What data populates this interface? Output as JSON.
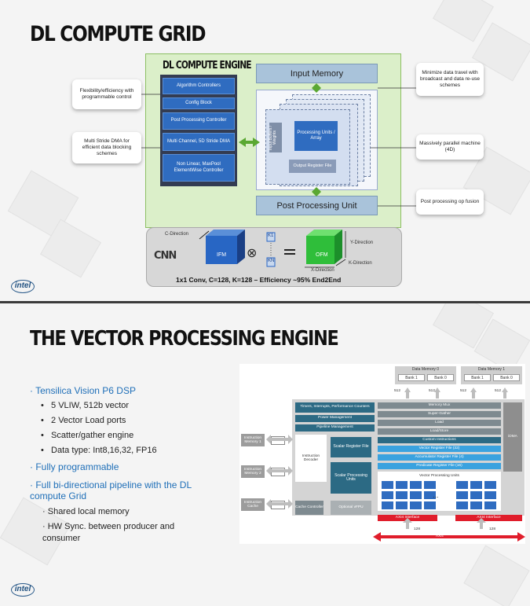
{
  "slide1": {
    "title": "DL COMPUTE GRID",
    "engine_title": "DL COMPUTE ENGINE",
    "controllers": [
      "Algorithm Controllers",
      "Config Block",
      "Post Processing Controller",
      "Multi Channel, 5D Stride DMA",
      "Non Linear, MaxPool ElementWise Controller"
    ],
    "input_memory": "Input Memory",
    "post_processing_unit": "Post Processing Unit",
    "weights_label": "Input Buffers / Weights",
    "processing_units": "Processing Units / Array",
    "output_register": "Output Register File",
    "callouts_left": [
      "Flexibility/efficiency with programmable control",
      "Multi Stride DMA for efficient data blocking schemes"
    ],
    "callouts_right": [
      "Minimize data travel with broadcast and data re-use schemes",
      "Massively parallel machine (4D)",
      "Post processing op fusion"
    ],
    "cnn": {
      "label": "CNN",
      "c_direction": "C-Direction",
      "ifm": "IFM",
      "k1": "K1",
      "kn": "KN",
      "ofm": "OFM",
      "y_direction": "Y-Direction",
      "k_direction": "K-Direction",
      "x_direction": "X-Direction",
      "caption": "1x1 Conv, C=128, K=128 – Efficiency ~95% End2End"
    },
    "logo": "intel"
  },
  "slide2": {
    "title": "THE VECTOR PROCESSING ENGINE",
    "bullets": [
      {
        "text": "Tensilica Vision P6 DSP",
        "subs": [
          "5 VLIW, 512b vector",
          "2 Vector Load ports",
          "Scatter/gather engine",
          "Data type: Int8,16,32, FP16"
        ]
      },
      {
        "text": "Fully programmable",
        "subs": []
      },
      {
        "text": "Full bi-directional pipeline with the DL compute Grid",
        "subs": [
          "Shared local memory",
          "HW Sync. between producer and consumer"
        ]
      }
    ],
    "diagram": {
      "data_memory_0": "Data Memory 0",
      "data_memory_1": "Data Memory 1",
      "bank1": "Bank 1",
      "bank0": "Bank 0",
      "width_512": "512",
      "width_128": "128",
      "left_rows": [
        "Timers, Interrupts, Performance Counters",
        "Power Management",
        "Pipeline Management"
      ],
      "right_rows": [
        "Memory Mux",
        "Super-Gather",
        "Load",
        "Load/Store",
        "Custom Instructions"
      ],
      "blue_rows": [
        "Vector Register File (32)",
        "Accumulator Register File (4)",
        "Predicate Register File (16)"
      ],
      "dma": "iDMA",
      "instr_memory_1": "Instruction Memory 1",
      "instr_memory_2": "Instruction Memory 2",
      "instr_cache": "Instruction Cache",
      "instr_decoder": "Instruction Decoder",
      "scalar_register": "Scalar Register File",
      "scalar_units": "Scalar Processing Units",
      "cache_controller": "Cache Controller",
      "vfpu": "Optional vFPU",
      "vpu_title": "Vector Processing Units",
      "vpu_dots": "...",
      "axi_left": "AXI4 Interface",
      "axi_right": "AXI4 Interface",
      "axi_bus": "AXI4"
    },
    "logo": "intel"
  },
  "colors": {
    "accent_blue": "#2f6cc0",
    "green_bg": "#dbefc9",
    "arrow_green": "#5aa832",
    "axi_red": "#e01d2b"
  }
}
